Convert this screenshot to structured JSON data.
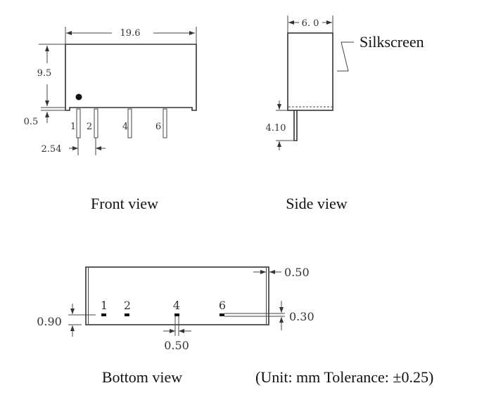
{
  "front_view": {
    "caption": "Front view",
    "width_dim": "19.6",
    "height_dim": "9.5",
    "standoff_dim": "0.5",
    "pitch_dim": "2.54",
    "pins": [
      "1",
      "2",
      "4",
      "6"
    ]
  },
  "side_view": {
    "caption": "Side view",
    "depth_dim": "6. 0",
    "pin_length_dim": "4.10",
    "silkscreen_label": "Silkscreen"
  },
  "bottom_view": {
    "caption": "Bottom view",
    "wall_dim": "0.50",
    "pin_offset_dim": "0.90",
    "pin_thickness_dim": "0.30",
    "pin_width_dim": "0.50",
    "pins": [
      "1",
      "2",
      "4",
      "6"
    ]
  },
  "note": "(Unit: mm Tolerance: ±0.25)"
}
